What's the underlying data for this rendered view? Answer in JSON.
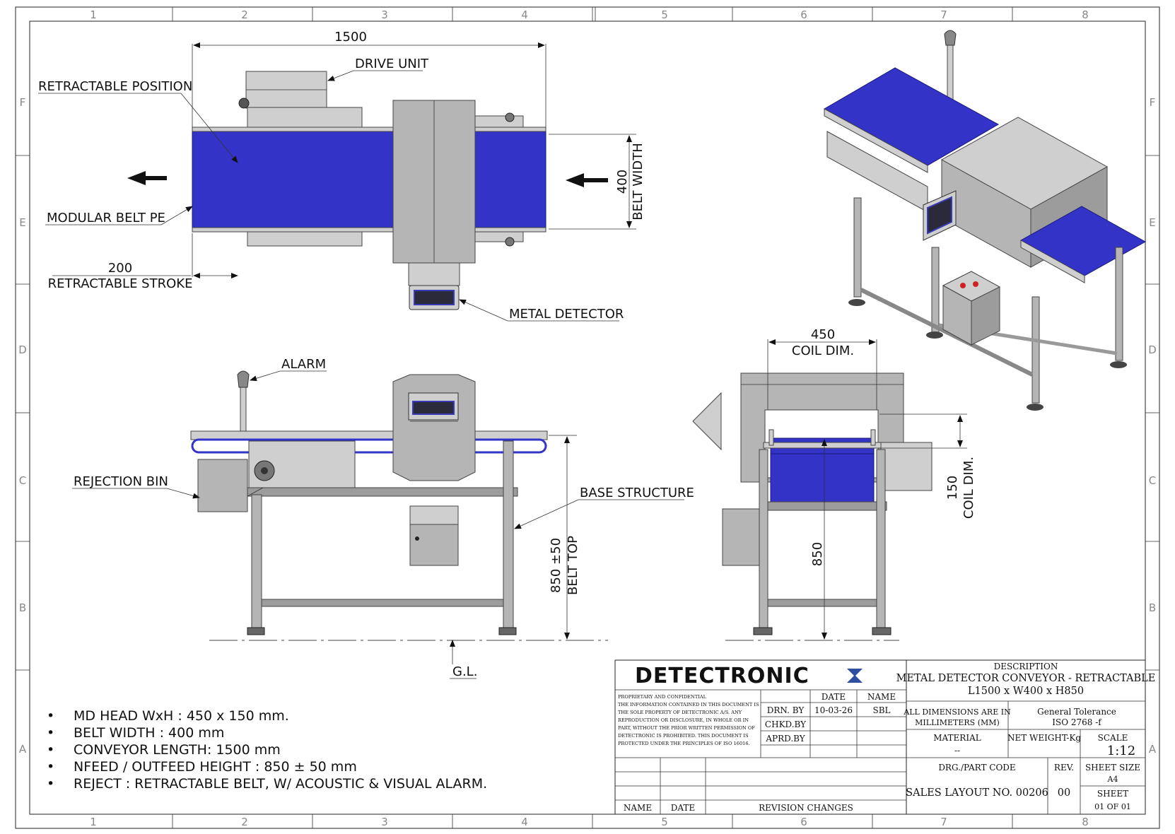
{
  "grid": {
    "columns": [
      "1",
      "2",
      "3",
      "4",
      "5",
      "6",
      "7",
      "8"
    ],
    "rows": [
      "F",
      "E",
      "D",
      "C",
      "B",
      "A"
    ]
  },
  "labels": {
    "retractable_position": "RETRACTABLE POSITION",
    "drive_unit": "DRIVE UNIT",
    "modular_belt": "MODULAR BELT PE",
    "retractable_stroke": "RETRACTABLE STROKE",
    "metal_detector": "METAL DETECTOR",
    "alarm": "ALARM",
    "rejection_bin": "REJECTION BIN",
    "base_structure": "BASE STRUCTURE",
    "ground_level": "G.L.",
    "belt_width": "BELT WIDTH",
    "belt_top": "BELT TOP",
    "coil_dim": "COIL DIM."
  },
  "dimensions": {
    "length": "1500",
    "stroke": "200",
    "width": "400",
    "height_tol": "850 ±50",
    "coil_width": "450",
    "coil_height": "150",
    "height": "850"
  },
  "notes": [
    "MD HEAD WxH : 450 x 150 mm.",
    "BELT WIDTH : 400 mm",
    "CONVEYOR LENGTH: 1500 mm",
    "NFEED / OUTFEED HEIGHT : 850 ± 50 mm",
    "REJECT : RETRACTABLE BELT, W/ ACOUSTIC & VISUAL ALARM."
  ],
  "title_block": {
    "company": "DETECTRONIC",
    "confidential": [
      "PROPRIETARY AND CONFIDENTIAL",
      "THE INFORMATION CONTAINED IN THIS DOCUMENT IS",
      "THE SOLE PROPERTY OF DETECTRONIC A/S. ANY",
      "REPRODUCTION OR DISCLOSURE, IN WHOLE OR IN",
      "PART, WITHOUT THE PRIOR WRITTEN PERMISSION OF",
      "DETECTRONIC IS PROHIBITED. THIS DOCUMENT IS",
      "PROTECTED UNDER THE PRINCIPLES OF ISO 16016."
    ],
    "date_header": "DATE",
    "name_header": "NAME",
    "drn_by": "DRN. BY",
    "drn_date": "10-03-26",
    "drn_name": "SBL",
    "chkd_by": "CHKD.BY",
    "aprd_by": "APRD.BY",
    "rev_name": "NAME",
    "rev_date": "DATE",
    "rev_changes": "REVISION CHANGES",
    "description_header": "DESCRIPTION",
    "description_1": "METAL DETECTOR CONVEYOR - RETRACTABLE",
    "description_2": "L1500 x W400 x H850",
    "units_1": "ALL DIMENSIONS ARE IN",
    "units_2": "MILLIMETERS (MM)",
    "tolerance_1": "General Tolerance",
    "tolerance_2": "ISO 2768 -f",
    "material_header": "MATERIAL",
    "material_value": "--",
    "weight_header": "NET WEIGHT-Kg",
    "scale_header": "SCALE",
    "scale_value": "1:12",
    "part_code_header": "DRG./PART CODE",
    "part_code_value": "SALES LAYOUT NO. 00206",
    "rev_header": "REV.",
    "rev_value": "00",
    "sheet_size_header": "SHEET SIZE",
    "sheet_size_value": "A4",
    "sheet_header": "SHEET",
    "sheet_value": "01 OF 01"
  }
}
